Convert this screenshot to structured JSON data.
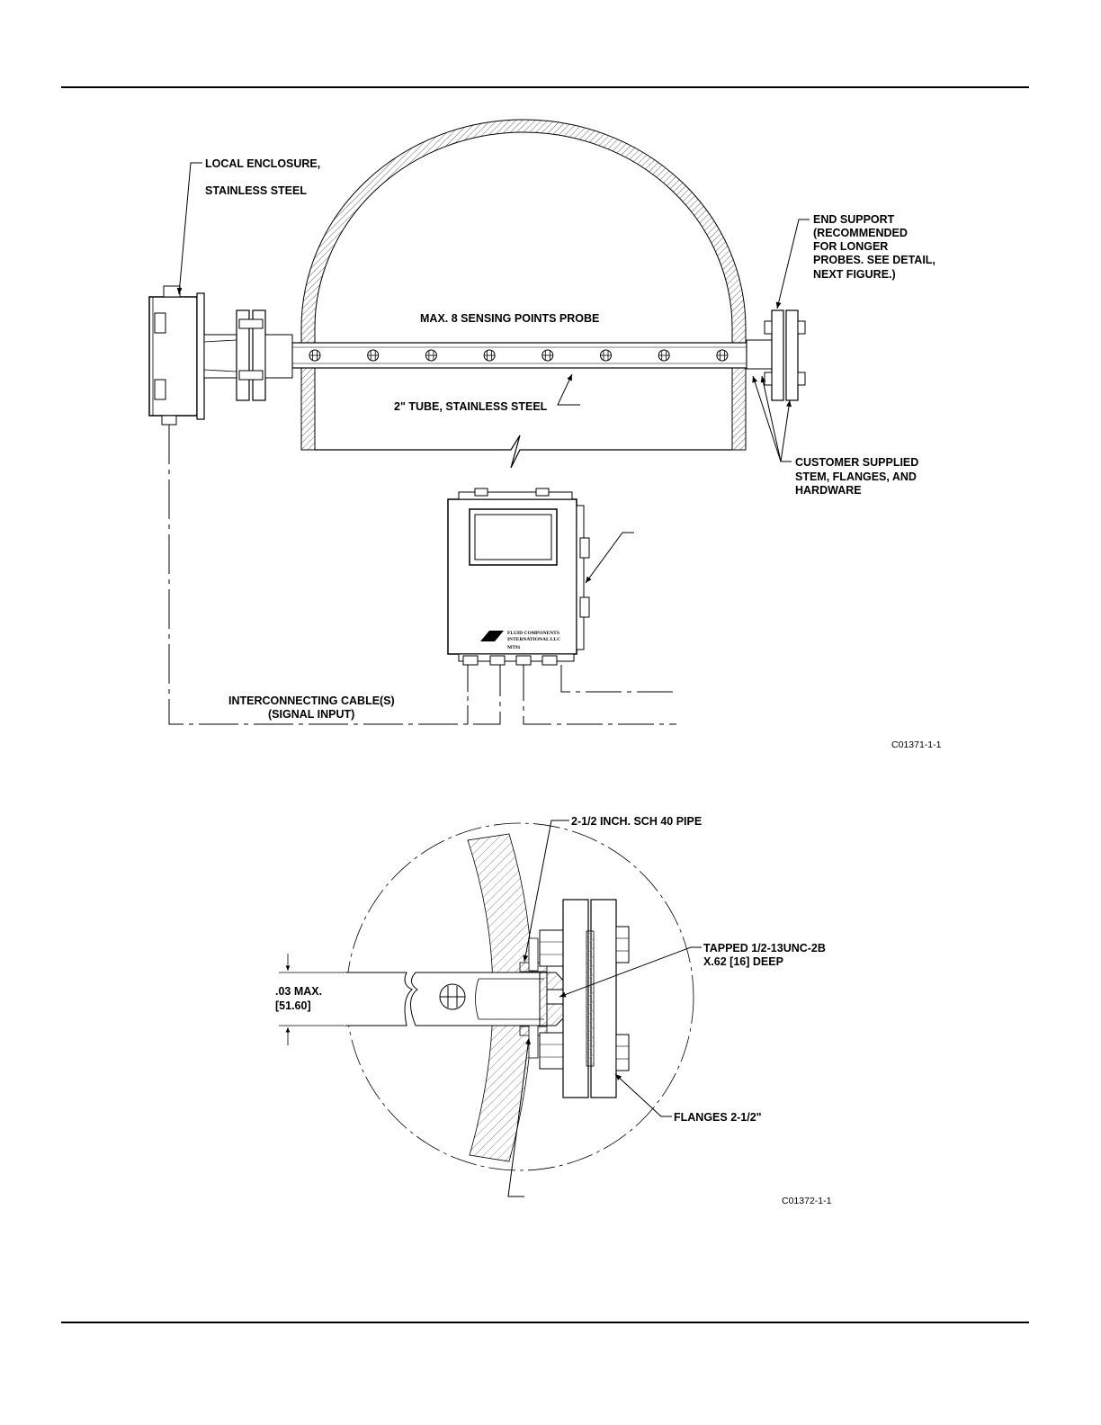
{
  "figure1": {
    "labels": {
      "local_enclosure_1": "LOCAL ENCLOSURE,",
      "local_enclosure_2": "STAINLESS STEEL",
      "probe": "MAX. 8 SENSING POINTS PROBE",
      "tube": "2\" TUBE, STAINLESS STEEL",
      "end_support": [
        "END SUPPORT",
        "(RECOMMENDED",
        "FOR LONGER",
        "PROBES. SEE DETAIL,",
        "NEXT FIGURE.)"
      ],
      "customer_supplied": [
        "CUSTOMER SUPPLIED",
        "STEM, FLANGES, AND",
        "HARDWARE"
      ],
      "cable_1": "INTERCONNECTING CABLE(S)",
      "cable_2": "(SIGNAL INPUT)",
      "brand_1": "FLUID COMPONENTS",
      "brand_2": "INTERNATIONAL LLC",
      "model": "MT91"
    },
    "sensing_points": 8,
    "drawing_code": "C01371-1-1"
  },
  "figure2": {
    "labels": {
      "pipe": "2-1/2 INCH. SCH 40 PIPE",
      "tapped_1": "TAPPED 1/2-13UNC-2B",
      "tapped_2": "X.62 [16] DEEP",
      "dim_1": ".03 MAX.",
      "dim_2": "[51.60]",
      "flanges": "FLANGES 2-1/2\""
    },
    "drawing_code": "C01372-1-1"
  }
}
